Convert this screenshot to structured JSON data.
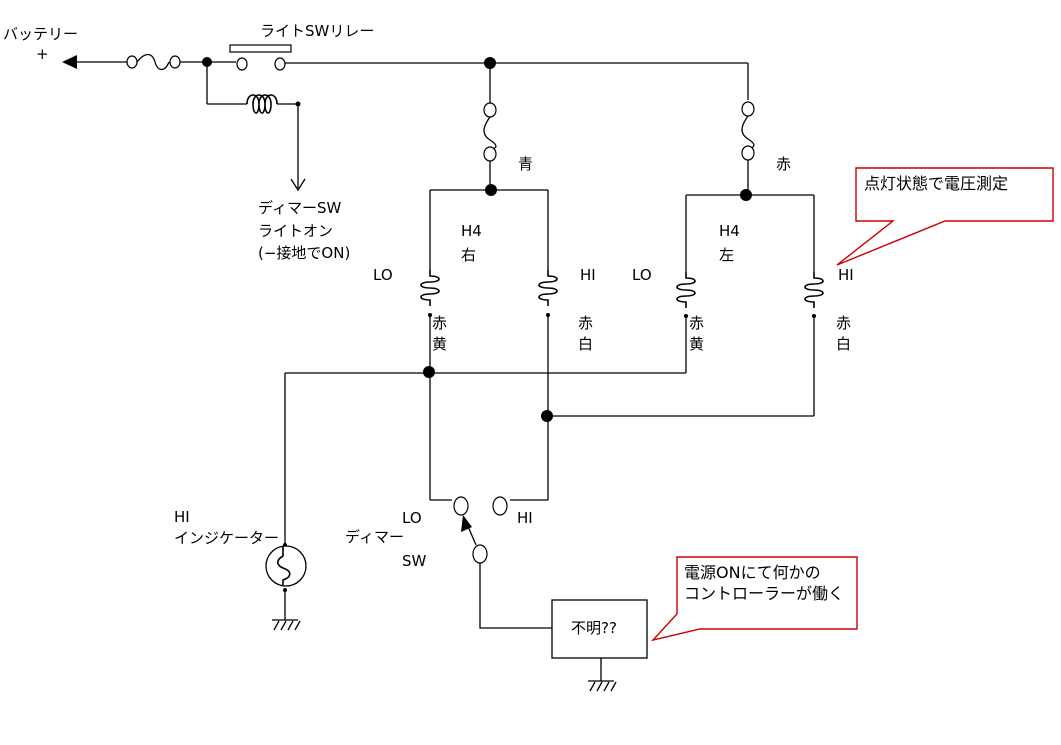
{
  "labels": {
    "battery_line1": "バッテリー",
    "battery_line2": "+",
    "light_sw_relay": "ライトSWリレー",
    "dimmer_sw_line1": "ディマーSW",
    "dimmer_sw_line2": "ライトオン",
    "dimmer_sw_line3": "(−接地でON)",
    "blue": "青",
    "red": "赤",
    "h4": "H4",
    "right": "右",
    "left": "左",
    "lo": "LO",
    "hi": "HI",
    "aka": "赤",
    "ki": "黄",
    "shiro": "白",
    "hi_indicator_line1": "HI",
    "hi_indicator_line2": "インジケーター",
    "dimmer_line1": "ディマー",
    "dimmer_line2": "SW",
    "unknown_box": "不明??"
  },
  "callouts": {
    "voltage_note": "点灯状態で電圧測定",
    "controller_note_line1": "電源ONにて何かの",
    "controller_note_line2": "コントローラーが働く"
  }
}
